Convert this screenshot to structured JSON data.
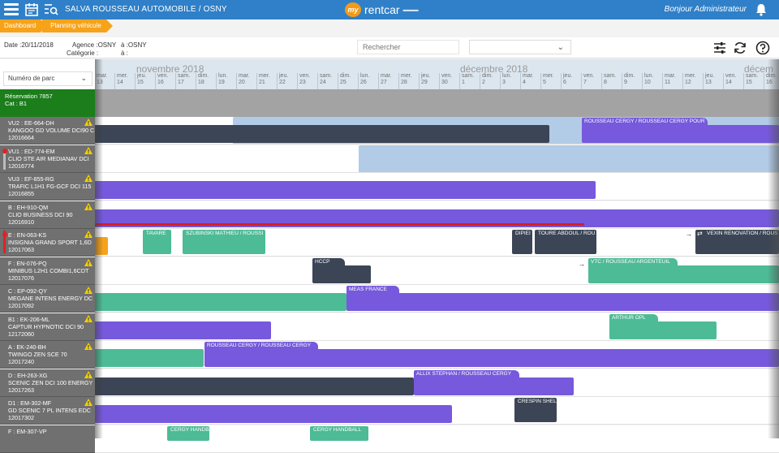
{
  "app": {
    "title": "SALVA ROUSSEAU AUTOMOBILE / OSNY",
    "logo_mark": "my",
    "logo_text": "rentcar",
    "greeting": "Bonjour Administrateur"
  },
  "breadcrumb": [
    "Dashboard",
    "Planning véhicule"
  ],
  "filters": {
    "date_label": "Date :20/11/2018",
    "agence_label": "Agence :OSNY",
    "a_agence": "à :OSNY",
    "categorie_label": "Catégorie :",
    "a_categorie": "à :",
    "search_placeholder": "Rechercher",
    "select_value": ""
  },
  "parc_select": "Numéro de parc",
  "months": [
    {
      "label": "novembre 2018"
    },
    {
      "label": "décembre 2018"
    },
    {
      "label": "décem"
    }
  ],
  "days": [
    [
      "mar.",
      "13"
    ],
    [
      "mer.",
      "14"
    ],
    [
      "jeu.",
      "15"
    ],
    [
      "ven.",
      "16"
    ],
    [
      "sam.",
      "17"
    ],
    [
      "dim.",
      "18"
    ],
    [
      "lun.",
      "19"
    ],
    [
      "mar.",
      "20"
    ],
    [
      "mer.",
      "21"
    ],
    [
      "jeu.",
      "22"
    ],
    [
      "ven.",
      "23"
    ],
    [
      "sam.",
      "24"
    ],
    [
      "dim.",
      "25"
    ],
    [
      "lun.",
      "26"
    ],
    [
      "mar.",
      "27"
    ],
    [
      "mer.",
      "28"
    ],
    [
      "jeu.",
      "29"
    ],
    [
      "ven.",
      "30"
    ],
    [
      "sam.",
      "1"
    ],
    [
      "dim.",
      "2"
    ],
    [
      "lun.",
      "3"
    ],
    [
      "mar.",
      "4"
    ],
    [
      "mer.",
      "5"
    ],
    [
      "jeu.",
      "6"
    ],
    [
      "ven.",
      "7"
    ],
    [
      "sam.",
      "8"
    ],
    [
      "dim.",
      "9"
    ],
    [
      "lun.",
      "10"
    ],
    [
      "mar.",
      "11"
    ],
    [
      "mer.",
      "12"
    ],
    [
      "jeu.",
      "13"
    ],
    [
      "ven.",
      "14"
    ],
    [
      "sam.",
      "15"
    ],
    [
      "dim.",
      "16"
    ]
  ],
  "reservation": {
    "line1": "Réservation 7857",
    "line2": "Cat : B1"
  },
  "vehicles": [
    {
      "l1": "VU2 : EE-664-DH",
      "l2": "KANGOO GD VOLUME DCI90 C",
      "l3": "12016664",
      "warn": true
    },
    {
      "l1": "VU1 : ED-774-EM",
      "l2": "CLIO STE AIR MEDIANAV DCI",
      "l3": "12016774",
      "warn": true,
      "dot": true,
      "grey": true
    },
    {
      "l1": "VU3 : EF-855-RG",
      "l2": "TRAFIC L1H1 FG-GCF DCI 115",
      "l3": "12016855",
      "warn": true
    },
    {
      "l1": "B : EH-910-QM",
      "l2": "CLIO BUSINESS DCI 90",
      "l3": "12016910",
      "warn": true
    },
    {
      "l1": "E : EN-063-KS",
      "l2": "INSIGNIA GRAND SPORT 1,6D",
      "l3": "12017063",
      "warn": true,
      "dot": true,
      "red": true
    },
    {
      "l1": "F : EN-076-PQ",
      "l2": "MINIBUS L2H1 COMBI1,6CDT",
      "l3": "12017076",
      "warn": true
    },
    {
      "l1": "C : EP-092-QY",
      "l2": "MEGANE INTENS ENERGY DC",
      "l3": "12017092",
      "warn": true
    },
    {
      "l1": "B1 : EK-206-ML",
      "l2": "CAPTUR HYPNOTIC DCI 90",
      "l3": "12172060",
      "warn": true
    },
    {
      "l1": "A : EK-240-BH",
      "l2": "TWINGO ZEN SCE 70",
      "l3": "12017240",
      "warn": true
    },
    {
      "l1": "D : EH-263-XG",
      "l2": "SCENIC ZEN DCI 100 ENERGY",
      "l3": "12017263",
      "warn": true
    },
    {
      "l1": "D1 : EM-302-MF",
      "l2": "GD SCENIC 7 PL INTENS EDC",
      "l3": "12017302",
      "warn": true
    },
    {
      "l1": "F : EM-307-VP",
      "l2": "",
      "l3": "",
      "warn": false
    }
  ],
  "booking_labels": {
    "r0": "ROUSSEAU CERGY / ROUSSEAU CERGY POUR",
    "r4a": "TAVARE",
    "r4b": "SZUBINSKI MATHIEU / ROUSSI",
    "r4c": "DIPIEI",
    "r4d": "TOURE ABDOUL / ROU",
    "r4e": "VEXIN RENOVATION / ROUS",
    "r5a": "HCCP",
    "r5b": "VTC / ROUSSEAU ARGENTEUIL",
    "r6": "MEAS FRANCE",
    "r7": "ARTHUR OPL",
    "r8": "ROUSSEAU CERGY / ROUSSEAU CERGY",
    "r9": "ALLIX STEPHAN / ROUSSEAU CERGY",
    "r10": "CRESPIN SHEL",
    "r11a": "CERGY HANDBALL",
    "r11b": "CERGY HANDBALL",
    "arrow": "→",
    "swap": "⇄"
  },
  "colors": {
    "purple": "#7659dc",
    "teal": "#4dbb95",
    "navy": "#3b4556",
    "lightblue": "#b2cbe6",
    "red": "#d42020",
    "green": "#1b7e1b",
    "orange": "#f6a31a"
  }
}
